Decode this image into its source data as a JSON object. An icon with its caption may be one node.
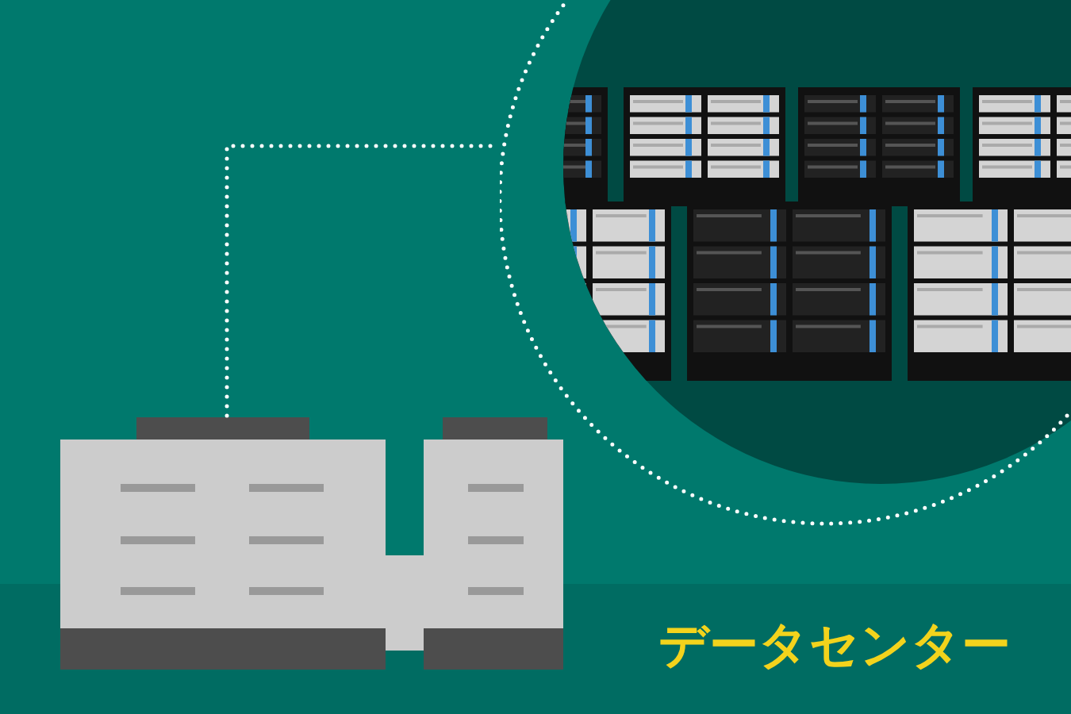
{
  "diagram": {
    "nodes": [
      {
        "text": [],
        "shape": "picture"
      },
      {
        "text": [],
        "shape": "picture"
      }
    ],
    "edges": [
      {
        "from": 0,
        "to": 1,
        "arrow": "none",
        "style": "dashed"
      }
    ],
    "labels": [
      "データセンター"
    ]
  }
}
